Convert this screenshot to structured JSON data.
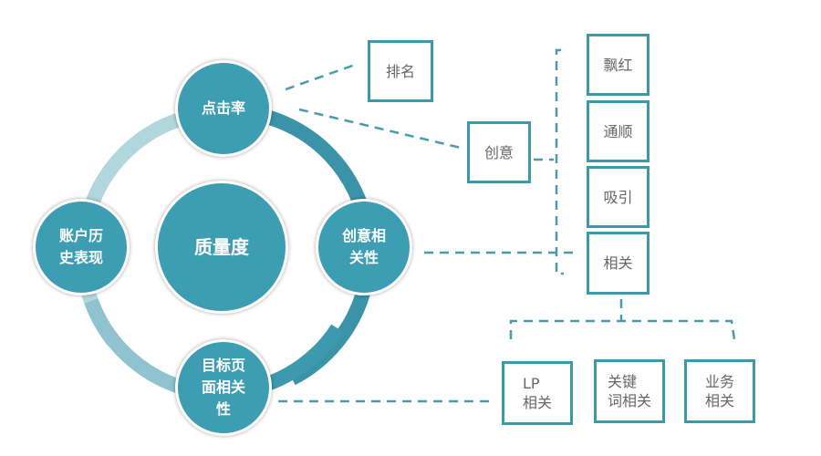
{
  "center": {
    "label": "质量度"
  },
  "nodes": {
    "top": "点击率",
    "right": "创意相\n关性",
    "bottom": "目标页\n面相关\n性",
    "left": "账户历\n史表现"
  },
  "boxes": {
    "rank": "排名",
    "creative": "创意",
    "highlight": "飘红",
    "fluent": "通顺",
    "attract": "吸引",
    "relevant": "相关",
    "lp": "LP\n相关",
    "keyword": "关键\n词相关",
    "business": "业务\n相关"
  },
  "colors": {
    "node": "#3d9db2",
    "ring_light": "#b2d6de",
    "ring_dark": "#3a93a7",
    "box_border": "#3a9aaa",
    "dash": "#4a9aaa"
  }
}
